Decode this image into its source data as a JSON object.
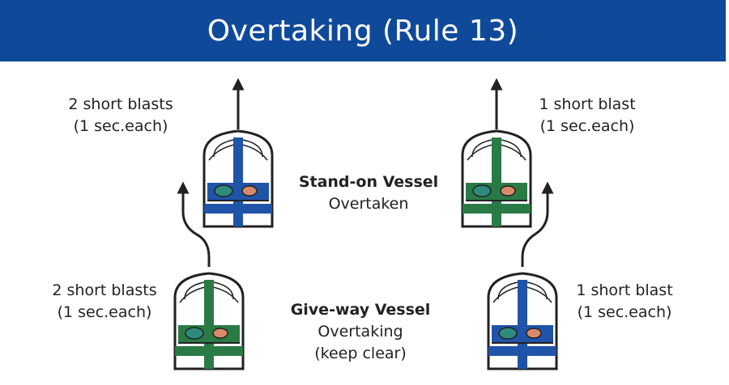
{
  "title": "Overtaking (Rule 13)",
  "colors": {
    "title_bg": "#0f4a9a",
    "blue_stripe": "#1f54a8",
    "green_stripe": "#2a7a45",
    "teal_seat": "#2f8a7e",
    "orange_seat": "#d98a6a",
    "outline": "#222222"
  },
  "left": {
    "top_label": [
      "2 short blasts",
      "(1 sec.each)"
    ],
    "bottom_label": [
      "2 short blasts",
      "(1 sec.each)"
    ]
  },
  "right": {
    "top_label": [
      "1 short blast",
      "(1 sec.each)"
    ],
    "bottom_label": [
      "1 short blast",
      "(1 sec.each)"
    ]
  },
  "center": {
    "stand_on_title": "Stand-on Vessel",
    "stand_on_sub": "Overtaken",
    "give_way_title": "Give-way Vessel",
    "give_way_sub1": "Overtaking",
    "give_way_sub2": "(keep clear)"
  },
  "icons": [
    "up-arrow-icon",
    "curved-arrow-icon",
    "boat-icon"
  ]
}
